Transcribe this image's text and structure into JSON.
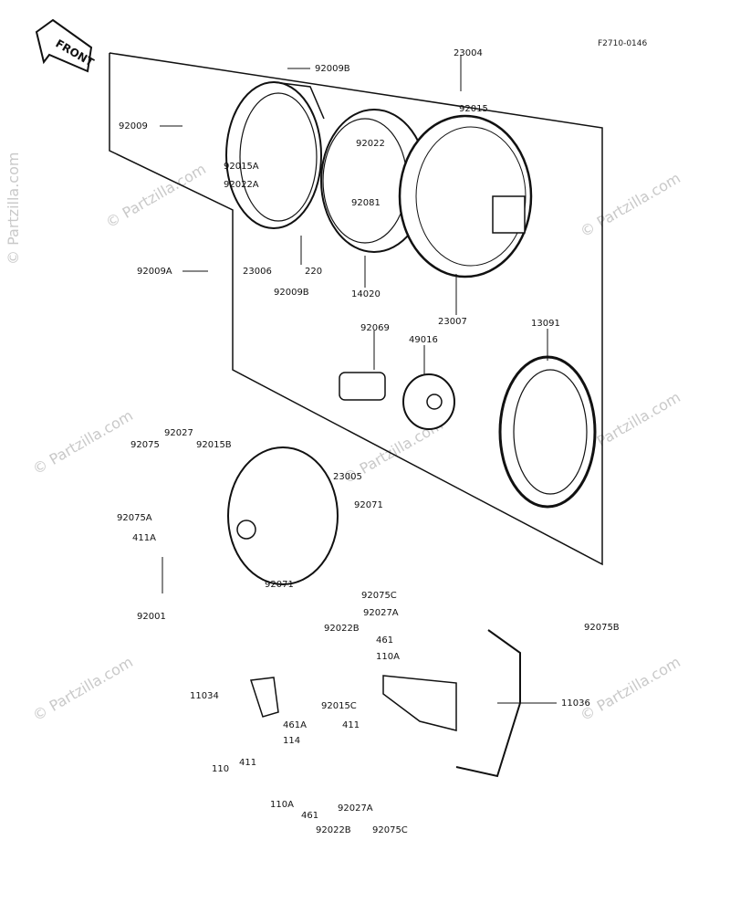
{
  "diagram": {
    "code": "F2710-0146",
    "watermark": "© Partzilla.com",
    "front_label": "FRONT",
    "parts": [
      {
        "id": "p23004",
        "label": "23004"
      },
      {
        "id": "p92009B_top",
        "label": "92009B"
      },
      {
        "id": "p92009",
        "label": "92009"
      },
      {
        "id": "p92015",
        "label": "92015"
      },
      {
        "id": "p92022",
        "label": "92022"
      },
      {
        "id": "p92015A",
        "label": "92015A"
      },
      {
        "id": "p92022A",
        "label": "92022A"
      },
      {
        "id": "p92081",
        "label": "92081"
      },
      {
        "id": "p92009A",
        "label": "92009A"
      },
      {
        "id": "p23006",
        "label": "23006"
      },
      {
        "id": "p220",
        "label": "220"
      },
      {
        "id": "p92009B_bot",
        "label": "92009B"
      },
      {
        "id": "p14020",
        "label": "14020"
      },
      {
        "id": "p23007",
        "label": "23007"
      },
      {
        "id": "p92069",
        "label": "92069"
      },
      {
        "id": "p49016",
        "label": "49016"
      },
      {
        "id": "p13091",
        "label": "13091"
      },
      {
        "id": "p92027",
        "label": "92027"
      },
      {
        "id": "p92075",
        "label": "92075"
      },
      {
        "id": "p92015B",
        "label": "92015B"
      },
      {
        "id": "p23005",
        "label": "23005"
      },
      {
        "id": "p92075A",
        "label": "92075A"
      },
      {
        "id": "p411A",
        "label": "411A"
      },
      {
        "id": "p92071_a",
        "label": "92071"
      },
      {
        "id": "p92071_b",
        "label": "92071"
      },
      {
        "id": "p92001",
        "label": "92001"
      },
      {
        "id": "p92075C_a",
        "label": "92075C"
      },
      {
        "id": "p92027A_a",
        "label": "92027A"
      },
      {
        "id": "p92022B_a",
        "label": "92022B"
      },
      {
        "id": "p461_a",
        "label": "461"
      },
      {
        "id": "p110A_a",
        "label": "110A"
      },
      {
        "id": "p92075B",
        "label": "92075B"
      },
      {
        "id": "p11034",
        "label": "11034"
      },
      {
        "id": "p92015C",
        "label": "92015C"
      },
      {
        "id": "p461A",
        "label": "461A"
      },
      {
        "id": "p411",
        "label": "411"
      },
      {
        "id": "p114",
        "label": "114"
      },
      {
        "id": "p110",
        "label": "110"
      },
      {
        "id": "p411b",
        "label": "411"
      },
      {
        "id": "p11036",
        "label": "11036"
      },
      {
        "id": "p110A_b",
        "label": "110A"
      },
      {
        "id": "p461_b",
        "label": "461"
      },
      {
        "id": "p92022B_b",
        "label": "92022B"
      },
      {
        "id": "p92027A_b",
        "label": "92027A"
      },
      {
        "id": "p92075C_b",
        "label": "92075C"
      }
    ]
  }
}
